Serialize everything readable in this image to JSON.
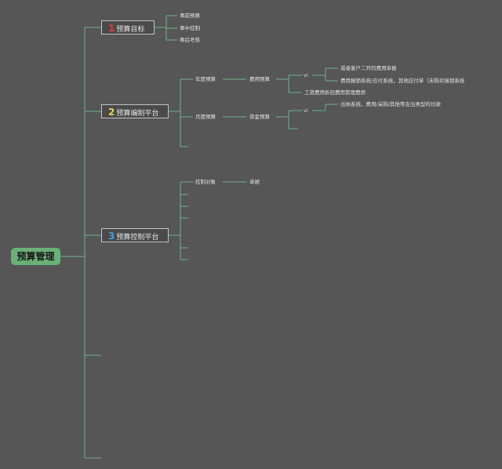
{
  "root": "预算管理",
  "branches": [
    {
      "num": "1",
      "num_color": "#d94040",
      "label": "预算目标",
      "children": [
        "事前预算",
        "事中控制",
        "事后考核"
      ]
    },
    {
      "num": "2",
      "num_color": "#e8d060",
      "label": "预算编制平台",
      "children": [
        {
          "label": "年度预算",
          "sub": "费用预算",
          "connector": "vi",
          "leaves": [
            "或者客户二开的费用单据",
            "费用报销系统/应付系统，其他应付单（未购买报销系统"
          ],
          "extra": "工资费用折旧费用管理费用"
        },
        {
          "label": "月度预算",
          "sub": "资金预算",
          "connector": "vi",
          "leaves": [
            "出纳系统，费用/采购/其他等支出类型的付款"
          ]
        }
      ]
    },
    {
      "num": "3",
      "num_color": "#4a9ad6",
      "label": "预算控制平台",
      "children": [
        {
          "label": "控制对象",
          "sub": "单据"
        }
      ]
    }
  ]
}
